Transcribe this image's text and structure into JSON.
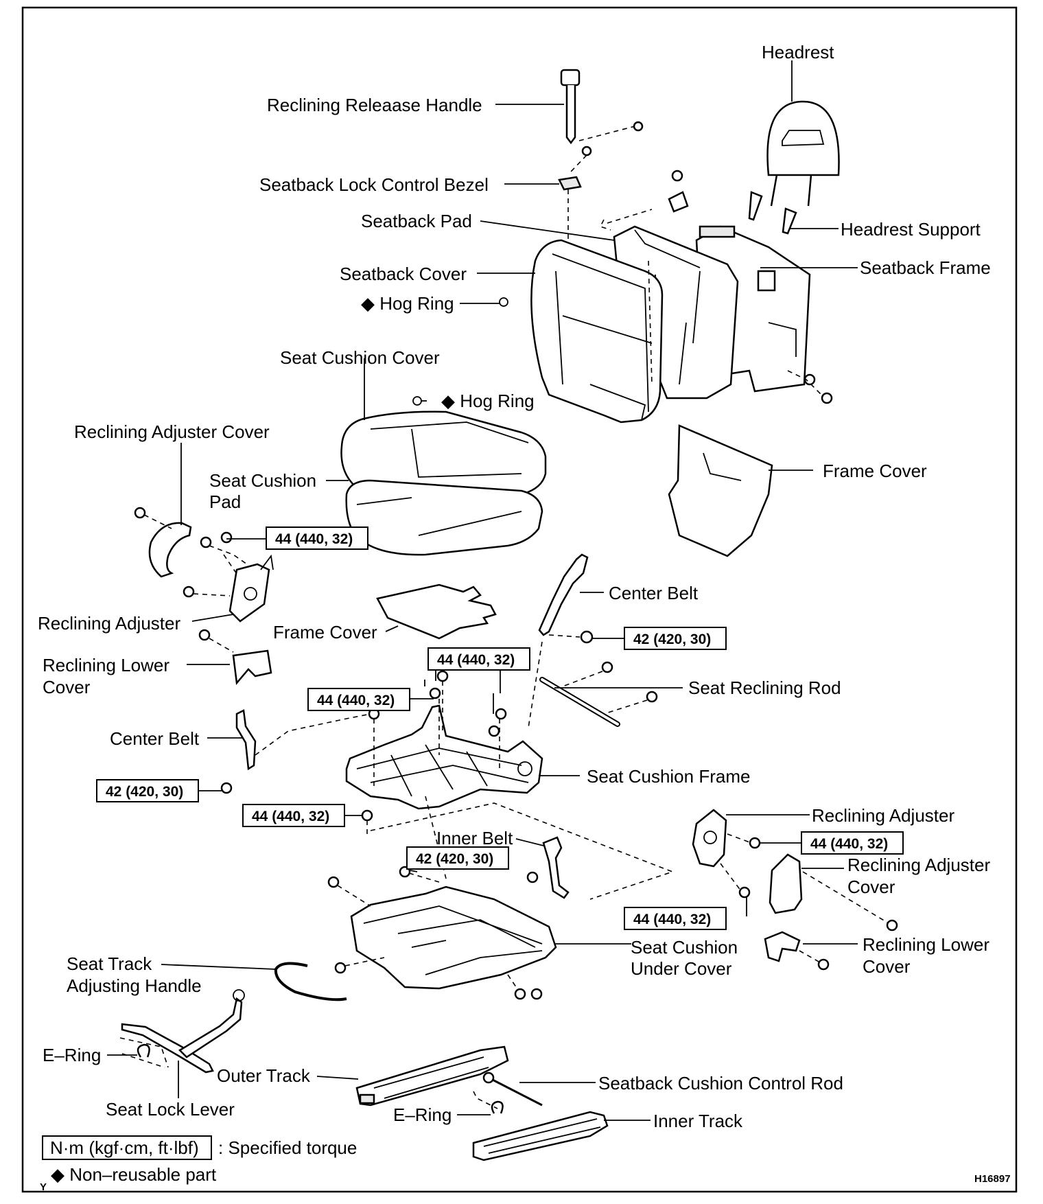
{
  "labels": {
    "headrest": "Headrest",
    "reclining_release_handle": "Reclining Releaase Handle",
    "seatback_lock_control_bezel": "Seatback Lock Control Bezel",
    "seatback_pad": "Seatback Pad",
    "headrest_support": "Headrest Support",
    "seatback_frame": "Seatback Frame",
    "seatback_cover": "Seatback Cover",
    "hog_ring_1": "◆ Hog Ring",
    "seat_cushion_cover": "Seat Cushion Cover",
    "hog_ring_2": "◆ Hog Ring",
    "reclining_adjuster_cover_l": "Reclining Adjuster Cover",
    "seat_cushion_pad_line1": "Seat Cushion",
    "seat_cushion_pad_line2": "Pad",
    "frame_cover_upper": "Frame Cover",
    "center_belt_r": "Center Belt",
    "reclining_adjuster_l": "Reclining Adjuster",
    "frame_cover_lower": "Frame Cover",
    "reclining_lower_cover_l_line1": "Reclining Lower",
    "reclining_lower_cover_l_line2": "Cover",
    "seat_reclining_rod": "Seat Reclining Rod",
    "center_belt_l": "Center Belt",
    "seat_cushion_frame": "Seat Cushion Frame",
    "reclining_adjuster_r": "Reclining Adjuster",
    "inner_belt": "Inner Belt",
    "reclining_adjuster_cover_r_line1": "Reclining Adjuster",
    "reclining_adjuster_cover_r_line2": "Cover",
    "seat_cushion_under_cover_line1": "Seat Cushion",
    "seat_cushion_under_cover_line2": "Under Cover",
    "reclining_lower_cover_r_line1": "Reclining Lower",
    "reclining_lower_cover_r_line2": "Cover",
    "seat_track_adjusting_handle_line1": "Seat Track",
    "seat_track_adjusting_handle_line2": "Adjusting Handle",
    "e_ring_1": "E–Ring",
    "outer_track": "Outer Track",
    "seatback_cushion_control_rod": "Seatback Cushion Control Rod",
    "seat_lock_lever": "Seat Lock Lever",
    "e_ring_2": "E–Ring",
    "inner_track": "Inner Track"
  },
  "torque": {
    "t44_a": "44 (440, 32)",
    "t42_a": "42 (420, 30)",
    "t44_b": "44 (440, 32)",
    "t44_c": "44 (440, 32)",
    "t42_b": "42 (420, 30)",
    "t44_d": "44 (440, 32)",
    "t44_e": "44 (440, 32)",
    "t42_c": "42 (420, 30)",
    "t44_f": "44 (440, 32)"
  },
  "legend": {
    "unit_box": "N·m (kgf·cm, ft·lbf)",
    "unit_desc": ": Specified torque",
    "nonreusable": "◆ Non–reusable part",
    "corner_mark": "Y"
  },
  "figure_code": "H16897"
}
